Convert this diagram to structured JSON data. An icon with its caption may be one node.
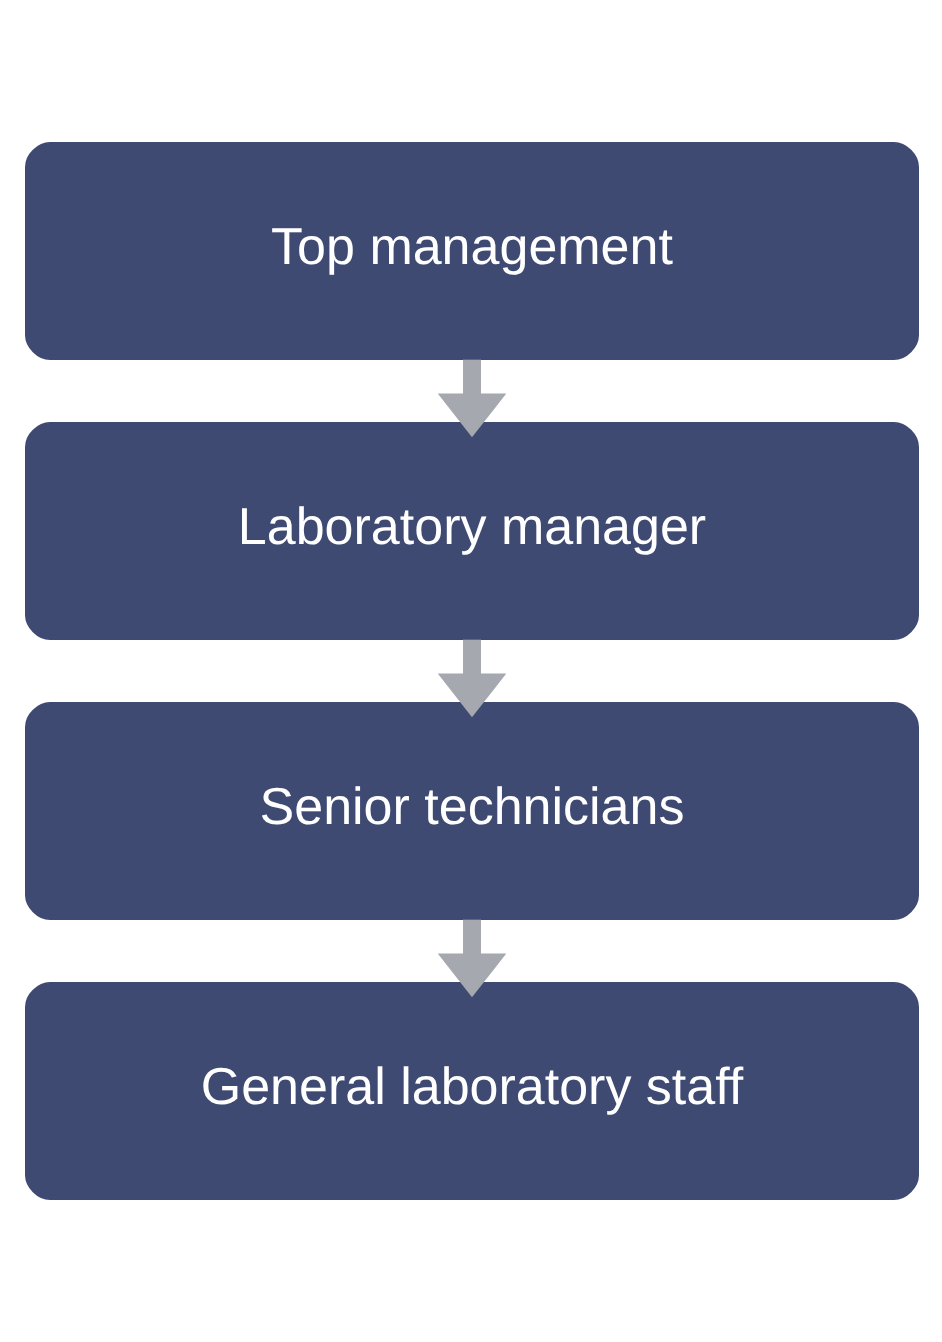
{
  "diagram": {
    "nodes": [
      {
        "text": [
          "Top management"
        ]
      },
      {
        "text": [
          "Laboratory manager"
        ]
      },
      {
        "text": [
          "Senior technicians"
        ]
      },
      {
        "text": [
          "General laboratory staff"
        ]
      }
    ],
    "edges": [
      {
        "from": 0,
        "to": 1,
        "arrow": "to"
      },
      {
        "from": 1,
        "to": 2,
        "arrow": "to"
      },
      {
        "from": 2,
        "to": 3,
        "arrow": "to"
      }
    ]
  }
}
